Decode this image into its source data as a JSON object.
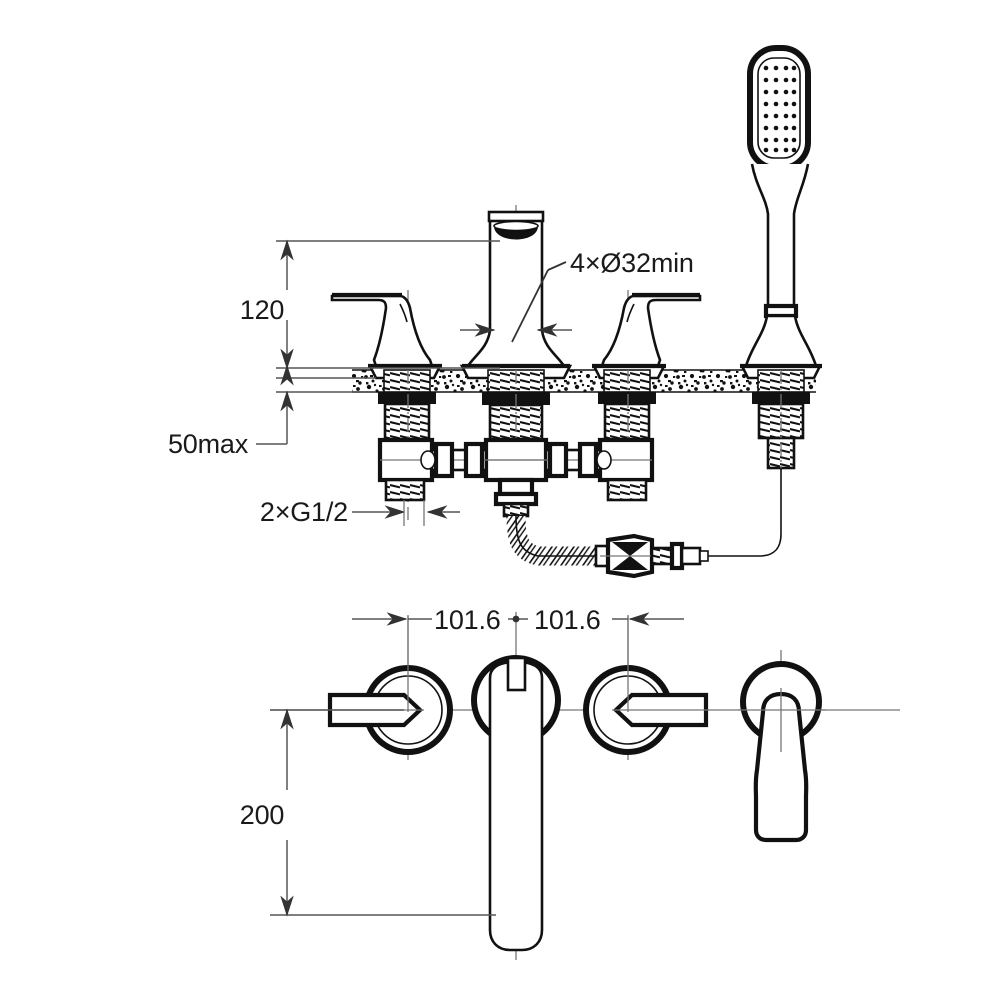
{
  "drawing": {
    "title": "Deck-mounted 4-hole bath/shower mixer — dimensioned technical drawing",
    "units": "mm",
    "background_color": "#ffffff",
    "line_color": "#111111",
    "dimension_color": "#555555",
    "text_color": "#1a1a1a"
  },
  "dimensions": {
    "height_above_deck": "120",
    "deck_thickness_max": "50max",
    "mounting_holes": "4×Ø32min",
    "inlet_threads": "2×G1/2",
    "spacing_left": "101.6",
    "spacing_right": "101.6",
    "plan_depth": "200"
  },
  "views": {
    "elevation": {
      "name": "front elevation",
      "components": [
        "left-handle",
        "spout",
        "right-handle",
        "handshower",
        "deck-countertop",
        "shank-assembly",
        "manifold",
        "flexible-hose",
        "diverter",
        "hose-connector"
      ]
    },
    "plan": {
      "name": "top plan view",
      "components": [
        "left-handle-plan",
        "spout-plan",
        "right-handle-plan",
        "handshower-plan"
      ]
    }
  },
  "annotations": [
    {
      "id": "dim-120",
      "label": "120",
      "kind": "linear-vertical"
    },
    {
      "id": "dim-50max",
      "label": "50max",
      "kind": "linear-vertical"
    },
    {
      "id": "note-holes",
      "label": "4×Ø32min",
      "kind": "leader-note"
    },
    {
      "id": "note-inlet",
      "label": "2×G1/2",
      "kind": "leader-note"
    },
    {
      "id": "dim-101-6-l",
      "label": "101.6",
      "kind": "linear-horizontal"
    },
    {
      "id": "dim-101-6-r",
      "label": "101.6",
      "kind": "linear-horizontal"
    },
    {
      "id": "dim-200",
      "label": "200",
      "kind": "linear-vertical"
    }
  ]
}
